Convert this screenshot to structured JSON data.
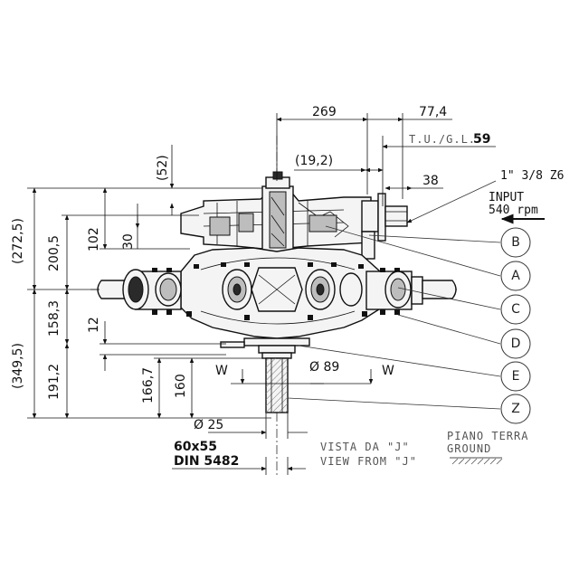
{
  "dimensions": {
    "top_269": "269",
    "top_77_4": "77,4",
    "tug_label": "T.U./G.L.",
    "tug_value": "59",
    "d19_2": "(19,2)",
    "d38": "38",
    "d52": "(52)",
    "d272_5": "(272,5)",
    "d200_5": "200,5",
    "d102": "102",
    "d30": "30",
    "d349_5": "(349,5)",
    "d158_3": "158,3",
    "d12": "12",
    "d191_2": "191,2",
    "d166_7": "166,7",
    "d160": "160",
    "dia89": "Ø 89",
    "dia25": "Ø 25",
    "w_left": "W",
    "w_right": "W"
  },
  "notes": {
    "spline_spec": "1\" 3/8 Z6",
    "input_line1": "INPUT",
    "input_line2": "540 rpm",
    "shaft_line1": "60x55",
    "shaft_line2": "DIN 5482",
    "view_it": "VISTA DA \"J\"",
    "view_en": "VIEW FROM \"J\"",
    "ground_it": "PIANO TERRA",
    "ground_en": "GROUND"
  },
  "callouts": [
    "B",
    "A",
    "C",
    "D",
    "E",
    "Z"
  ]
}
